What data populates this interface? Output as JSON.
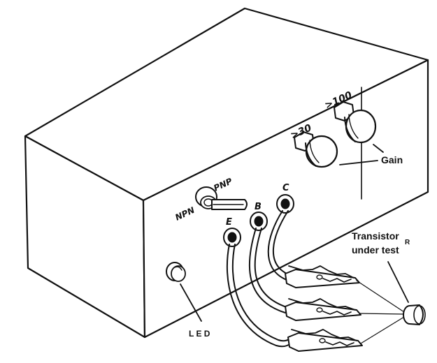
{
  "diagram": {
    "switch_labels": {
      "left": "NPN",
      "right": "PNP"
    },
    "terminal_labels": {
      "emitter": "E",
      "base": "B",
      "collector": "C"
    },
    "knob_labels": {
      "low": ">30",
      "high": ">100"
    },
    "callouts": {
      "gain": "Gain",
      "led": "L E D",
      "transistor_line1": "Transistor",
      "transistor_line2": "under test",
      "transistor_mark": "R"
    }
  }
}
